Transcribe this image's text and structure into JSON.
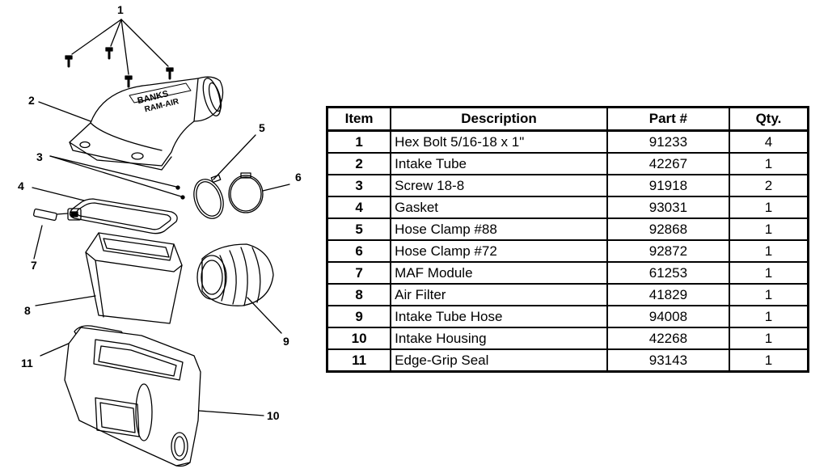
{
  "callouts": [
    "1",
    "2",
    "3",
    "4",
    "5",
    "6",
    "7",
    "8",
    "9",
    "10",
    "11"
  ],
  "logo_text": [
    "BANKS",
    "RAM-AIR"
  ],
  "table": {
    "headers": [
      "Item",
      "Description",
      "Part #",
      "Qty."
    ],
    "rows": [
      {
        "item": "1",
        "description": "Hex Bolt 5/16-18 x 1\"",
        "part": "91233",
        "qty": "4"
      },
      {
        "item": "2",
        "description": "Intake Tube",
        "part": "42267",
        "qty": "1"
      },
      {
        "item": "3",
        "description": "Screw 18-8",
        "part": "91918",
        "qty": "2"
      },
      {
        "item": "4",
        "description": "Gasket",
        "part": "93031",
        "qty": "1"
      },
      {
        "item": "5",
        "description": "Hose Clamp #88",
        "part": "92868",
        "qty": "1"
      },
      {
        "item": "6",
        "description": "Hose Clamp #72",
        "part": "92872",
        "qty": "1"
      },
      {
        "item": "7",
        "description": "MAF Module",
        "part": "61253",
        "qty": "1"
      },
      {
        "item": "8",
        "description": "Air Filter",
        "part": "41829",
        "qty": "1"
      },
      {
        "item": "9",
        "description": "Intake Tube Hose",
        "part": "94008",
        "qty": "1"
      },
      {
        "item": "10",
        "description": "Intake Housing",
        "part": "42268",
        "qty": "1"
      },
      {
        "item": "11",
        "description": "Edge-Grip Seal",
        "part": "93143",
        "qty": "1"
      }
    ]
  }
}
